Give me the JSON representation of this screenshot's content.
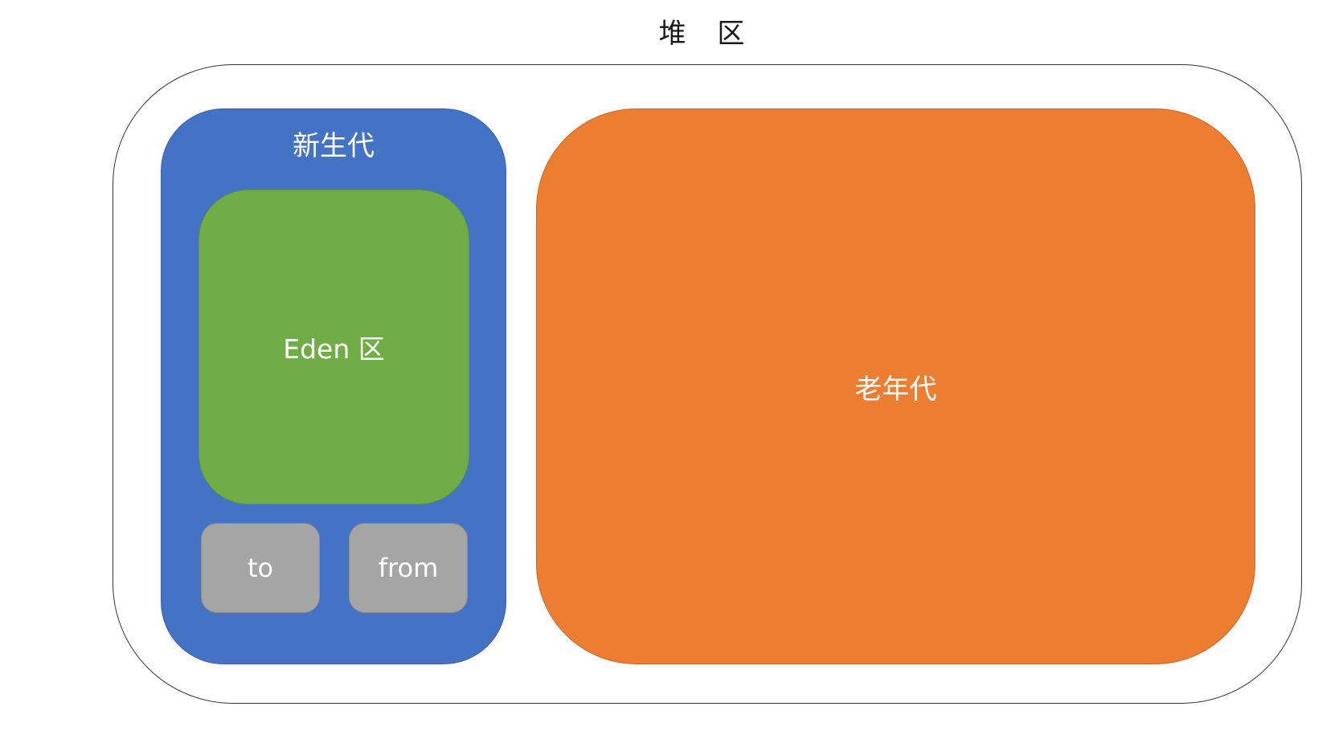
{
  "heap": {
    "title": "堆 区"
  },
  "young_generation": {
    "label": "新生代",
    "color": "#4472C4",
    "eden": {
      "label": "Eden 区",
      "color": "#70AD47"
    },
    "survivor_to": {
      "label": "to",
      "color": "#A5A5A5"
    },
    "survivor_from": {
      "label": "from",
      "color": "#A5A5A5"
    }
  },
  "old_generation": {
    "label": "老年代",
    "color": "#ED7D31"
  }
}
